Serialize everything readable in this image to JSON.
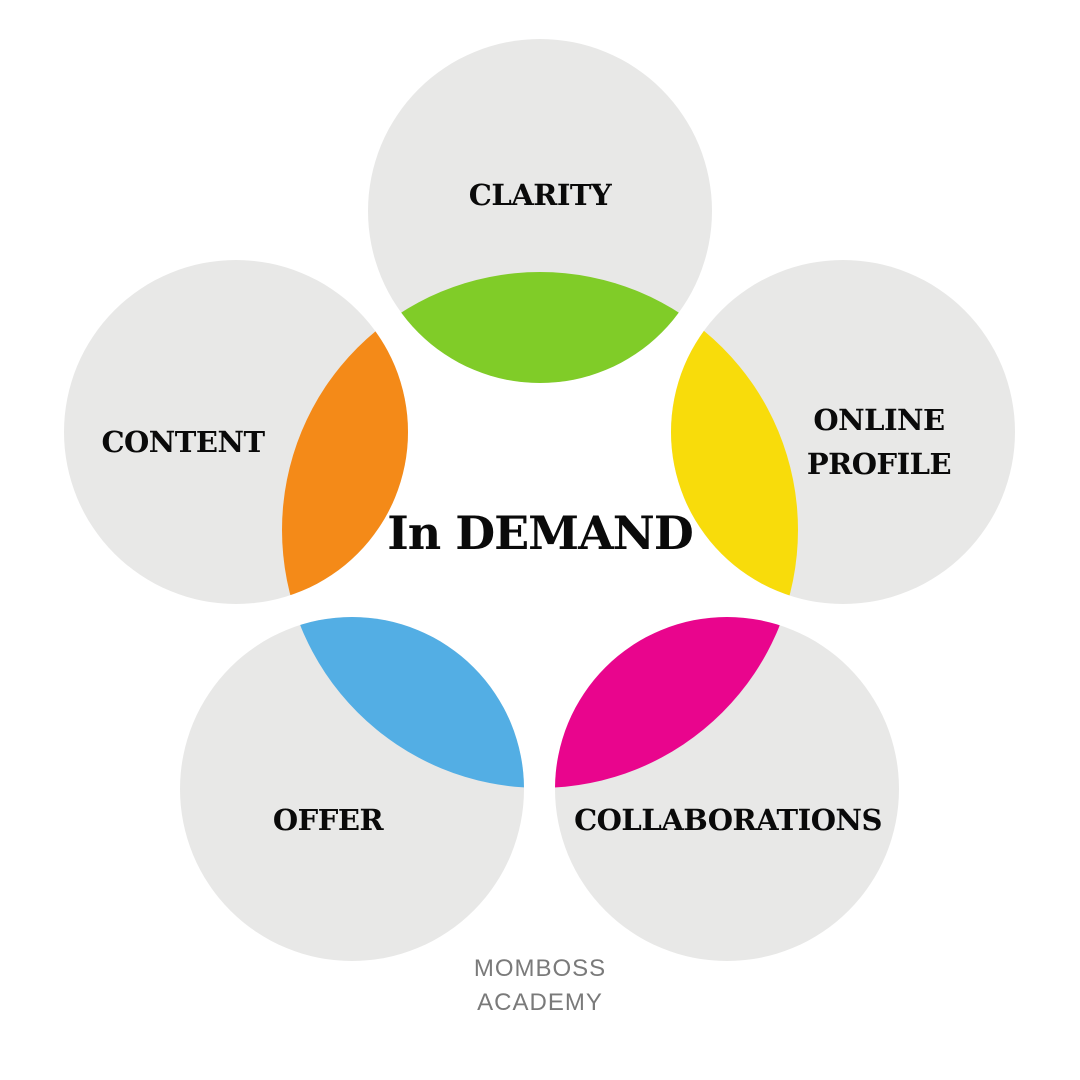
{
  "diagram": {
    "title": "In DEMAND",
    "circle_fill": "#E8E8E7",
    "nodes": [
      {
        "id": "clarity",
        "lines": [
          "CLARITY"
        ],
        "accent": "#80CC28",
        "position": "top"
      },
      {
        "id": "online-profile",
        "lines": [
          "ONLINE",
          "PROFILE"
        ],
        "accent": "#F8DC0B",
        "position": "right"
      },
      {
        "id": "collaborations",
        "lines": [
          "COLLABORATIONS"
        ],
        "accent": "#E9058D",
        "position": "bottom-right"
      },
      {
        "id": "offer",
        "lines": [
          "OFFER"
        ],
        "accent": "#53AEE4",
        "position": "bottom-left"
      },
      {
        "id": "content",
        "lines": [
          "CONTENT"
        ],
        "accent": "#F48A18",
        "position": "left"
      }
    ]
  },
  "footer": {
    "line1": "MOMBOSS",
    "line2": "ACADEMY"
  }
}
